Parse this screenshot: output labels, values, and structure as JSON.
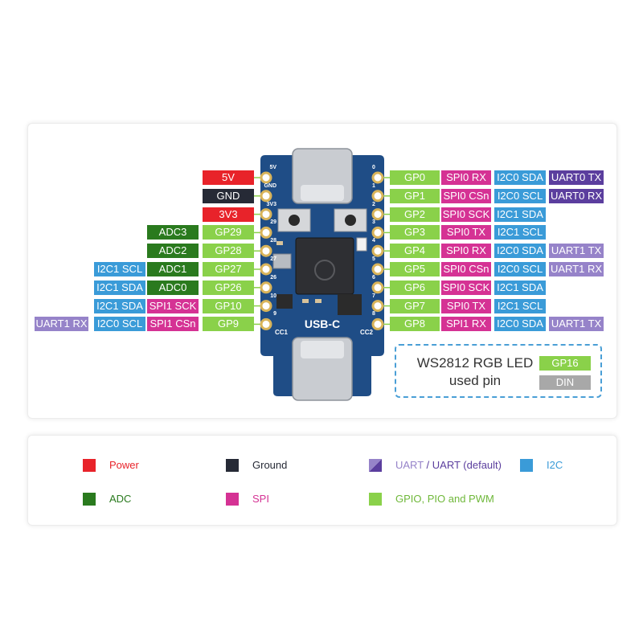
{
  "colors": {
    "power": "#e8232a",
    "ground": "#262a36",
    "adc": "#2a7a1e",
    "gpio": "#8ad14a",
    "spi": "#d53294",
    "i2c": "#3a9bd8",
    "uart": "#9683c9",
    "uart_default": "#5b3e9e",
    "din": "#a8a8a8",
    "board": "#1f4d86"
  },
  "board": {
    "usb_label": "USB-C",
    "cc1": "CC1",
    "cc2": "CC2",
    "left_pins": [
      "5V",
      "GND",
      "3V3",
      "29",
      "28",
      "27",
      "26",
      "10",
      "9"
    ],
    "right_pins": [
      "0",
      "1",
      "2",
      "3",
      "4",
      "5",
      "6",
      "7",
      "8"
    ]
  },
  "left_rows": [
    [
      {
        "text": "5V",
        "type": "power"
      }
    ],
    [
      {
        "text": "GND",
        "type": "ground"
      }
    ],
    [
      {
        "text": "3V3",
        "type": "power"
      }
    ],
    [
      {
        "text": "GP29",
        "type": "gpio"
      },
      {
        "text": "ADC3",
        "type": "adc"
      }
    ],
    [
      {
        "text": "GP28",
        "type": "gpio"
      },
      {
        "text": "ADC2",
        "type": "adc"
      }
    ],
    [
      {
        "text": "GP27",
        "type": "gpio"
      },
      {
        "text": "ADC1",
        "type": "adc"
      },
      {
        "text": "I2C1 SCL",
        "type": "i2c"
      }
    ],
    [
      {
        "text": "GP26",
        "type": "gpio"
      },
      {
        "text": "ADC0",
        "type": "adc"
      },
      {
        "text": "I2C1 SDA",
        "type": "i2c"
      }
    ],
    [
      {
        "text": "GP10",
        "type": "gpio"
      },
      {
        "text": "SPI1 SCK",
        "type": "spi"
      },
      {
        "text": "I2C1 SDA",
        "type": "i2c"
      }
    ],
    [
      {
        "text": "GP9",
        "type": "gpio"
      },
      {
        "text": "SPI1 CSn",
        "type": "spi"
      },
      {
        "text": "I2C0 SCL",
        "type": "i2c"
      },
      {
        "text": "UART1 RX",
        "type": "uart"
      }
    ]
  ],
  "right_rows": [
    [
      {
        "text": "GP0",
        "type": "gpio"
      },
      {
        "text": "SPI0 RX",
        "type": "spi"
      },
      {
        "text": "I2C0 SDA",
        "type": "i2c"
      },
      {
        "text": "UART0 TX",
        "type": "uart_default"
      }
    ],
    [
      {
        "text": "GP1",
        "type": "gpio"
      },
      {
        "text": "SPI0 CSn",
        "type": "spi"
      },
      {
        "text": "I2C0 SCL",
        "type": "i2c"
      },
      {
        "text": "UART0 RX",
        "type": "uart_default"
      }
    ],
    [
      {
        "text": "GP2",
        "type": "gpio"
      },
      {
        "text": "SPI0 SCK",
        "type": "spi"
      },
      {
        "text": "I2C1 SDA",
        "type": "i2c"
      }
    ],
    [
      {
        "text": "GP3",
        "type": "gpio"
      },
      {
        "text": "SPI0 TX",
        "type": "spi"
      },
      {
        "text": "I2C1 SCL",
        "type": "i2c"
      }
    ],
    [
      {
        "text": "GP4",
        "type": "gpio"
      },
      {
        "text": "SPI0 RX",
        "type": "spi"
      },
      {
        "text": "I2C0 SDA",
        "type": "i2c"
      },
      {
        "text": "UART1 TX",
        "type": "uart"
      }
    ],
    [
      {
        "text": "GP5",
        "type": "gpio"
      },
      {
        "text": "SPI0 CSn",
        "type": "spi"
      },
      {
        "text": "I2C0 SCL",
        "type": "i2c"
      },
      {
        "text": "UART1 RX",
        "type": "uart"
      }
    ],
    [
      {
        "text": "GP6",
        "type": "gpio"
      },
      {
        "text": "SPI0 SCK",
        "type": "spi"
      },
      {
        "text": "I2C1 SDA",
        "type": "i2c"
      }
    ],
    [
      {
        "text": "GP7",
        "type": "gpio"
      },
      {
        "text": "SPI0 TX",
        "type": "spi"
      },
      {
        "text": "I2C1 SCL",
        "type": "i2c"
      }
    ],
    [
      {
        "text": "GP8",
        "type": "gpio"
      },
      {
        "text": "SPI1 RX",
        "type": "spi"
      },
      {
        "text": "I2C0 SDA",
        "type": "i2c"
      },
      {
        "text": "UART1 TX",
        "type": "uart"
      }
    ]
  ],
  "led_box": {
    "title": "WS2812 RGB LED",
    "subtitle": "used pin",
    "pin": "GP16",
    "signal": "DIN"
  },
  "legend": {
    "power": "Power",
    "ground": "Ground",
    "uart": "UART",
    "slash": " / ",
    "uart_default": "UART (default)",
    "i2c": "I2C",
    "adc": "ADC",
    "spi": "SPI",
    "gpio": "GPIO, PIO and PWM"
  }
}
